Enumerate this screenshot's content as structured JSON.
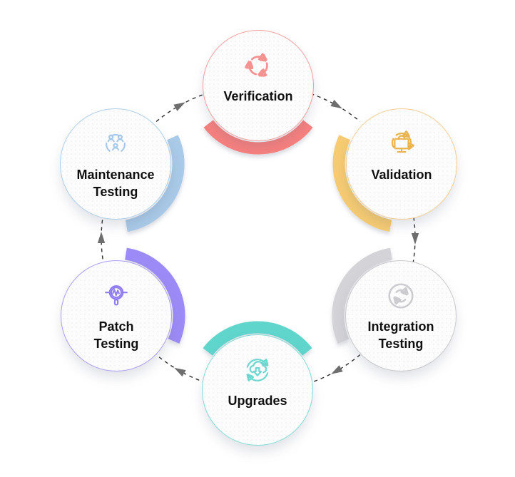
{
  "diagram": {
    "background": "#FFFFFF",
    "node_fill": "#FCFCFD",
    "label_color": "#101010",
    "arrow_color": "#2F2F2F",
    "arrowhead_color": "#6E6E6E",
    "flow_direction": "clockwise",
    "flow": [
      "verification",
      "validation",
      "integration-testing",
      "upgrades",
      "patch-testing",
      "maintenance-testing"
    ],
    "nodes": [
      {
        "id": "verification",
        "label_lines": [
          "Verification"
        ],
        "icon": "cycle-arrows-icon",
        "accent": "#F8807F",
        "border_color": "#F2A09E",
        "icon_color": "#F5918F"
      },
      {
        "id": "validation",
        "label_lines": [
          "Validation"
        ],
        "icon": "monitor-sync-icon",
        "accent": "#F6CB72",
        "border_color": "#F3CE92",
        "icon_color": "#E9B54B"
      },
      {
        "id": "integration-testing",
        "label_lines": [
          "Integration",
          "Testing"
        ],
        "icon": "circle-refresh-icon",
        "accent": "#D4D3D8",
        "border_color": "#C9C9CD",
        "icon_color": "#CBCBD0"
      },
      {
        "id": "upgrades",
        "label_lines": [
          "Upgrades"
        ],
        "icon": "cloud-download-sync-icon",
        "accent": "#5FD5CC",
        "border_color": "#83DCD6",
        "icon_color": "#6ED8D0"
      },
      {
        "id": "patch-testing",
        "label_lines": [
          "Patch",
          "Testing"
        ],
        "icon": "magnifier-pulse-icon",
        "accent": "#9C8BF6",
        "border_color": "#AC9EF2",
        "icon_color": "#907CF0"
      },
      {
        "id": "maintenance-testing",
        "label_lines": [
          "Maintenance",
          "Testing"
        ],
        "icon": "team-icon",
        "accent": "#A9CAE8",
        "border_color": "#AFCFEA",
        "icon_color": "#A5C8E8"
      }
    ]
  }
}
